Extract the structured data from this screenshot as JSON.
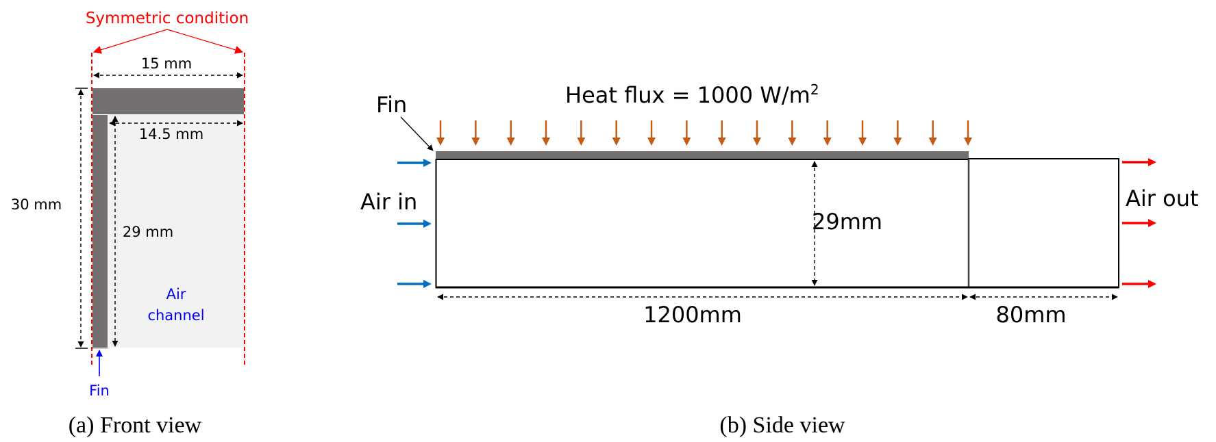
{
  "colors": {
    "solid": "#757070",
    "air_fill": "#f2f2f2",
    "symmetric": "#ff0000",
    "heat_arrow": "#c55a11",
    "air_in_arrow": "#0070c0",
    "air_out_arrow": "#ff0000",
    "blue_label": "#0000ff",
    "dimension": "#000000"
  },
  "front_view": {
    "symmetric_label": "Symmetric condition",
    "width_label": "15 mm",
    "inner_width_label": "14.5 mm",
    "height_label": "30 mm",
    "inner_height_label": "29 mm",
    "air_label_line1": "Air",
    "air_label_line2": "channel",
    "fin_label": "Fin",
    "caption": "(a) Front view"
  },
  "side_view": {
    "fin_label": "Fin",
    "heat_flux_label": "Heat flux = 1000 W/m",
    "heat_flux_superscript": "2",
    "heat_flux_arrow_count": 16,
    "air_in_label": "Air in",
    "air_out_label": "Air out",
    "channel_height_label": "29mm",
    "heated_length_label": "1200mm",
    "outlet_length_label": "80mm",
    "caption": "(b) Side view"
  }
}
